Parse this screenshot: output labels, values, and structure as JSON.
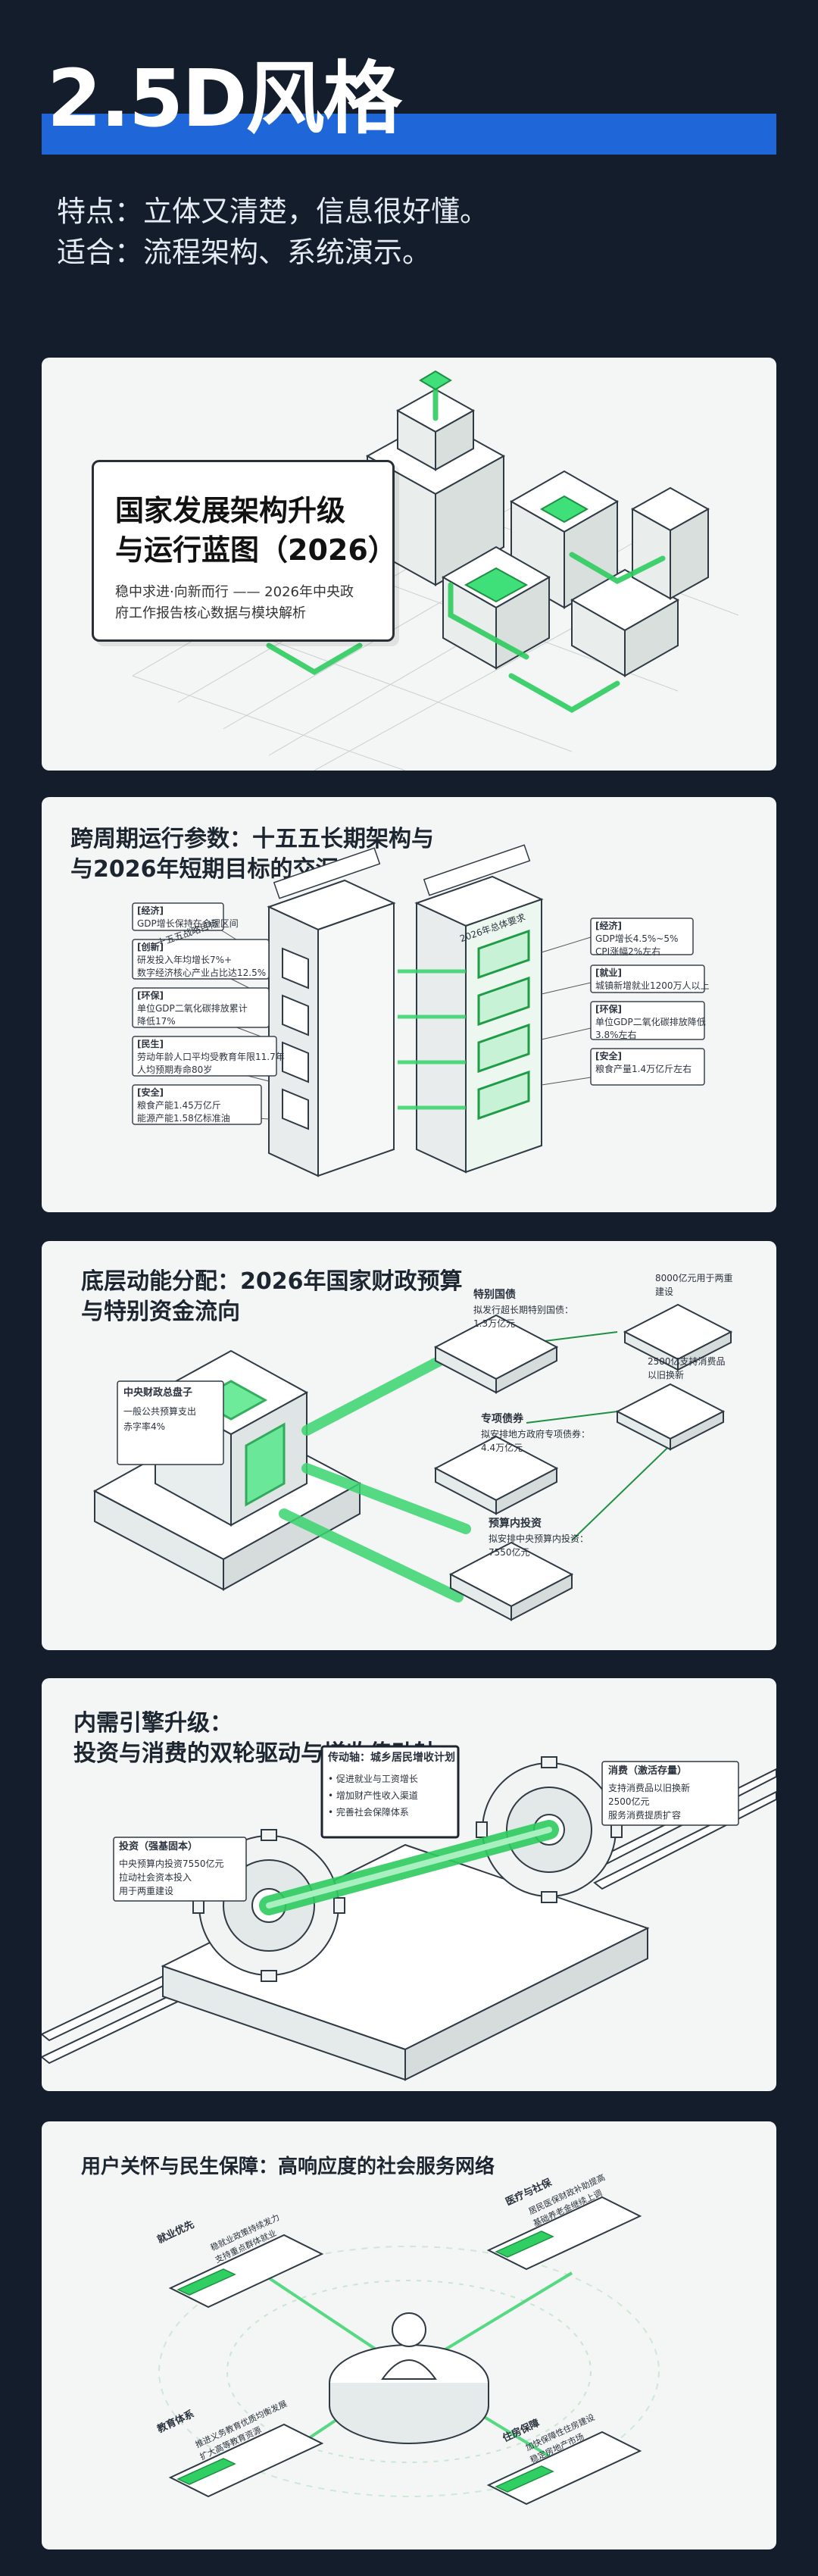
{
  "hero": {
    "title": "2.5D风格",
    "line1": "特点：立体又清楚，信息很好懂。",
    "line2": "适合：流程架构、系统演示。"
  },
  "card1": {
    "title_line1": "国家发展架构升级",
    "title_line2": "与运行蓝图（2026）",
    "subtitle_line1": "稳中求进·向新而行 —— 2026年中央政",
    "subtitle_line2": "府工作报告核心数据与模块解析"
  },
  "card2": {
    "title_line1": "跨周期运行参数：十五五长期架构与",
    "title_line2": "与2026年短期目标的交汇",
    "left_tower": "十五五战略目标",
    "right_tower": "2026年总体要求",
    "left_notes": [
      {
        "tag": "[经济]",
        "text": "GDP增长保持在合理区间"
      },
      {
        "tag": "[创新]",
        "text": "研发投入年均增长7%+",
        "text2": "数字经济核心产业占比达12.5%"
      },
      {
        "tag": "[环保]",
        "text": "单位GDP二氧化碳排放累计",
        "text2": "降低17%"
      },
      {
        "tag": "[民生]",
        "text": "劳动年龄人口平均受教育年限11.7年",
        "text2": "人均预期寿命80岁"
      },
      {
        "tag": "[安全]",
        "text": "粮食产能1.45万亿斤",
        "text2": "能源产能1.58亿标准油"
      }
    ],
    "right_notes": [
      {
        "tag": "[经济]",
        "text": "GDP增长4.5%~5%",
        "text2": "CPI涨幅2%左右"
      },
      {
        "tag": "[就业]",
        "text": "城镇新增就业1200万人以上"
      },
      {
        "tag": "[环保]",
        "text": "单位GDP二氧化碳排放降低",
        "text2": "3.8%左右"
      },
      {
        "tag": "[安全]",
        "text": "粮食产量1.4万亿斤左右"
      }
    ]
  },
  "card3": {
    "title_line1": "底层动能分配：2026年国家财政预算",
    "title_line2": "与特别资金流向",
    "core_label": "中央财政总盘子",
    "core_text1": "一般公共预算支出",
    "core_text2": "赤字率4%",
    "bond1_title": "特别国债",
    "bond1_text1": "拟发行超长期特别国债：",
    "bond1_text2": "1.3万亿元",
    "bond2_title": "专项债券",
    "bond2_text1": "拟安排地方政府专项债券：",
    "bond2_text2": "4.4万亿元",
    "bond3_title": "预算内投资",
    "bond3_text1": "拟安排中央预算内投资：",
    "bond3_text2": "7550亿元",
    "out1_text1": "8000亿元用于两重",
    "out1_text2": "建设",
    "out2_text1": "2500亿支持消费品",
    "out2_text2": "以旧换新"
  },
  "card4": {
    "title_line1": "内需引擎升级：",
    "title_line2": "投资与消费的双轮驱动与增收传动轴",
    "shaft_label": "传动轴：城乡居民增收计划",
    "shaft_items": [
      "• 促进就业与工资增长",
      "• 增加财产性收入渠道",
      "• 完善社会保障体系"
    ],
    "left_gear_title": "投资（强基固本）",
    "left_gear_text1": "中央预算内投资7550亿元",
    "left_gear_text2": "拉动社会资本投入",
    "left_gear_text3": "用于两重建设",
    "right_gear_title": "消费（激活存量）",
    "right_gear_text1": "支持消费品以旧换新",
    "right_gear_text2": "2500亿元",
    "right_gear_text3": "服务消费提质扩容"
  },
  "card5": {
    "title": "用户关怀与民生保障：高响应度的社会服务网络",
    "panels": [
      {
        "title": "就业优先",
        "text1": "稳就业政策持续发力",
        "text2": "支持重点群体就业"
      },
      {
        "title": "医疗与社保",
        "text1": "居民医保财政补助提高",
        "text2": "基础养老金继续上调"
      },
      {
        "title": "教育体系",
        "text1": "推进义务教育优质均衡发展",
        "text2": "扩大高等教育资源"
      },
      {
        "title": "住房保障",
        "text1": "加快保障性住房建设",
        "text2": "稳定房地产市场"
      }
    ]
  }
}
